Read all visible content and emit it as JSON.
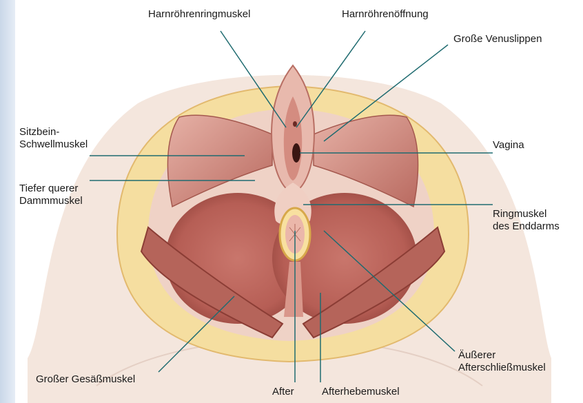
{
  "labels": {
    "harnroehrenringmuskel": "Harnröhrenringmuskel",
    "harnroehrenoeffnung": "Harnröhrenöffnung",
    "grosse_venuslippen": "Große Venuslippen",
    "sitzbein_line1": "Sitzbein-",
    "sitzbein_line2": "Schwellmuskel",
    "vagina": "Vagina",
    "tiefer_line1": "Tiefer querer",
    "tiefer_line2": "Dammmuskel",
    "ringmuskel_line1": "Ringmuskel",
    "ringmuskel_line2": "des Enddarms",
    "grosser_gesaess": "Großer Gesäßmuskel",
    "after": "After",
    "afterhebe": "Afterhebemuskel",
    "aeusserer_line1": "Äußerer",
    "aeusserer_line2": "Afterschließmuskel"
  },
  "colors": {
    "leader_line": "#1f6b70",
    "muscle": "#c98a80",
    "muscle_dark": "#a4584e",
    "fat": "#f3dc9a",
    "skin": "#f3e3da"
  }
}
